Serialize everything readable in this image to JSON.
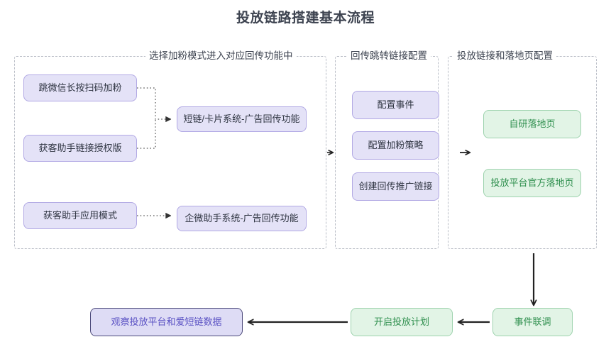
{
  "title": "投放链路搭建基本流程",
  "groups": [
    {
      "id": "group-fan-mode",
      "label": "选择加粉模式进入对应回传功能中"
    },
    {
      "id": "group-callback",
      "label": "回传跳转链接配置"
    },
    {
      "id": "group-landing",
      "label": "投放链接和落地页配置"
    }
  ],
  "nodes": {
    "wechat_scan": "跳微信长按扫码加粉",
    "assistant_link": "获客助手链接授权版",
    "assistant_app": "获客助手应用模式",
    "short_link_sys": "短链/卡片系统-广告回传功能",
    "qw_assistant_sys": "企微助手系统-广告回传功能",
    "config_event": "配置事件",
    "config_strategy": "配置加粉策略",
    "create_link": "创建回传推广链接",
    "self_landing": "自研落地页",
    "platform_landing": "投放平台官方落地页",
    "event_debug": "事件联调",
    "start_plan": "开启投放计划",
    "observe_data": "观察投放平台和爱短链数据"
  },
  "colors": {
    "purple_fill": "#e4e2f7",
    "purple_border": "#b1a8e4",
    "purple_text": "#5b52c4",
    "green_fill": "#e2f4e6",
    "green_border": "#9ed3ae",
    "green_text": "#2f8f4e",
    "group_border": "#b9bdc6",
    "text": "#2f3542",
    "arrow": "#222222"
  },
  "connectors": [
    {
      "name": "wechat-scan-to-short-link",
      "style": "dotted"
    },
    {
      "name": "assistant-link-to-short-link",
      "style": "dotted"
    },
    {
      "name": "assistant-app-to-qw-system",
      "style": "dotted"
    },
    {
      "name": "fan-mode-to-callback",
      "style": "solid-arrow"
    },
    {
      "name": "callback-to-landing",
      "style": "solid-arrow"
    },
    {
      "name": "landing-to-event-debug",
      "style": "solid-arrow"
    },
    {
      "name": "event-debug-to-start-plan",
      "style": "solid-arrow"
    },
    {
      "name": "start-plan-to-observe-data",
      "style": "solid-arrow"
    }
  ]
}
